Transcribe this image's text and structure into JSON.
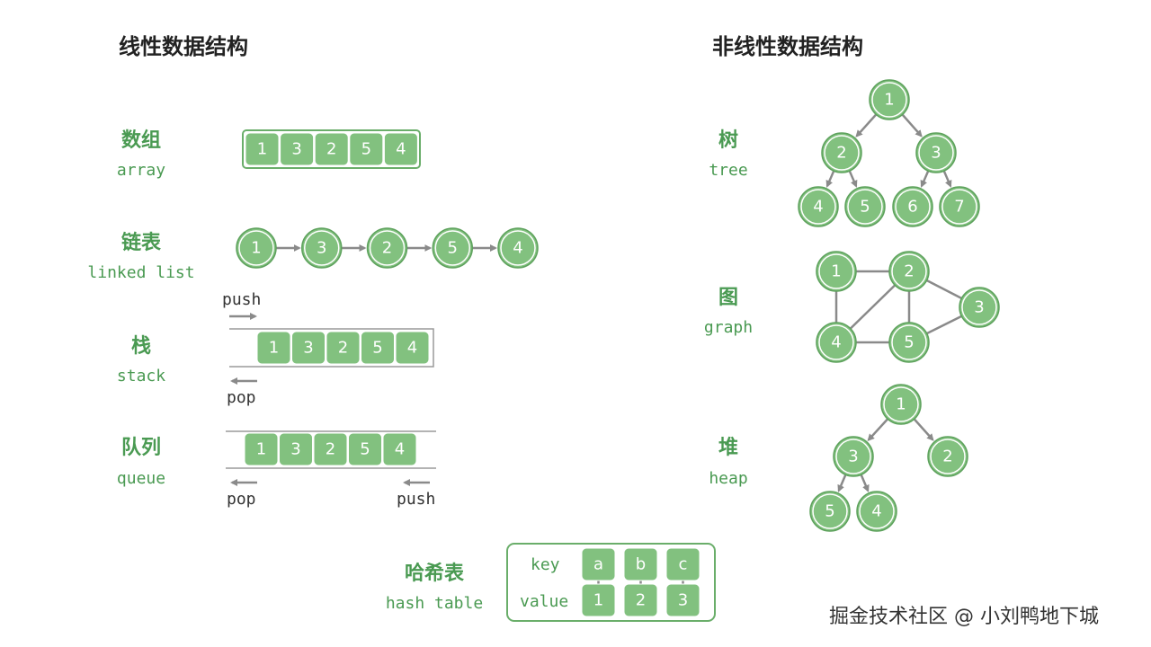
{
  "linear": {
    "title": "线性数据结构",
    "array": {
      "zh": "数组",
      "en": "array",
      "values": [
        "1",
        "3",
        "2",
        "5",
        "4"
      ]
    },
    "linked_list": {
      "zh": "链表",
      "en": "linked list",
      "values": [
        "1",
        "3",
        "2",
        "5",
        "4"
      ]
    },
    "stack": {
      "zh": "栈",
      "en": "stack",
      "values": [
        "1",
        "3",
        "2",
        "5",
        "4"
      ],
      "push_label": "push",
      "pop_label": "pop"
    },
    "queue": {
      "zh": "队列",
      "en": "queue",
      "values": [
        "1",
        "3",
        "2",
        "5",
        "4"
      ],
      "push_label": "push",
      "pop_label": "pop"
    }
  },
  "nonlinear": {
    "title": "非线性数据结构",
    "tree": {
      "zh": "树",
      "en": "tree",
      "nodes": [
        "1",
        "2",
        "3",
        "4",
        "5",
        "6",
        "7"
      ]
    },
    "graph": {
      "zh": "图",
      "en": "graph",
      "nodes": [
        "1",
        "2",
        "3",
        "4",
        "5"
      ]
    },
    "heap": {
      "zh": "堆",
      "en": "heap",
      "nodes": [
        "1",
        "3",
        "2",
        "5",
        "4"
      ]
    }
  },
  "hash_table": {
    "zh": "哈希表",
    "en": "hash table",
    "key_label": "key",
    "value_label": "value",
    "keys": [
      "a",
      "b",
      "c"
    ],
    "values": [
      "1",
      "2",
      "3"
    ]
  },
  "watermark": "掘金技术社区 @ 小刘鸭地下城",
  "colors": {
    "node_fill": "#82c17f",
    "label_green": "#4a9a52",
    "edge_gray": "#8a8a8a"
  }
}
